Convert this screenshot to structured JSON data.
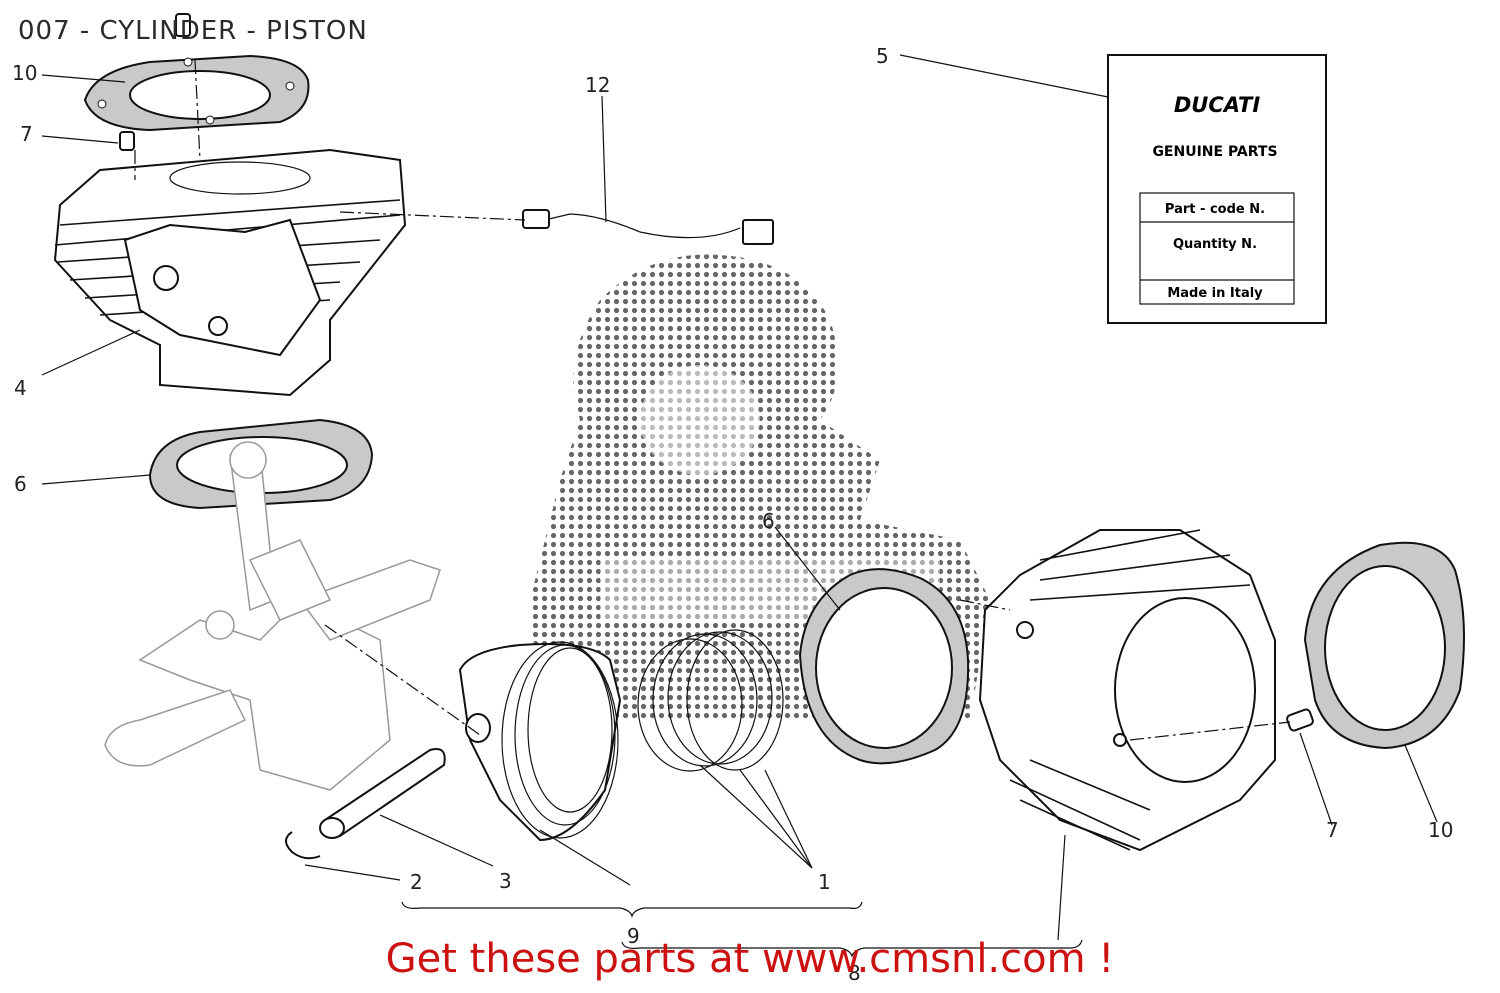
{
  "title": "007 - CYLINDER - PISTON",
  "banner": "Get these parts at www.cmsnl.com !",
  "colors": {
    "banner": "#cc1111",
    "gasket": "#c9c9c9",
    "line": "#111111"
  },
  "callouts": {
    "c10a": "10",
    "c7a": "7",
    "c4": "4",
    "c6a": "6",
    "c12": "12",
    "c5": "5",
    "c6b": "6",
    "c2": "2",
    "c3": "3",
    "c1": "1",
    "c9": "9",
    "c8": "8",
    "c7b": "7",
    "c10b": "10"
  },
  "label_card": {
    "brand": "DUCATI",
    "heading": "GENUINE PARTS",
    "rows": [
      "Part - code N.",
      "Quantity N.",
      "Made in Italy"
    ]
  },
  "watermark": "cmsnl-logo"
}
